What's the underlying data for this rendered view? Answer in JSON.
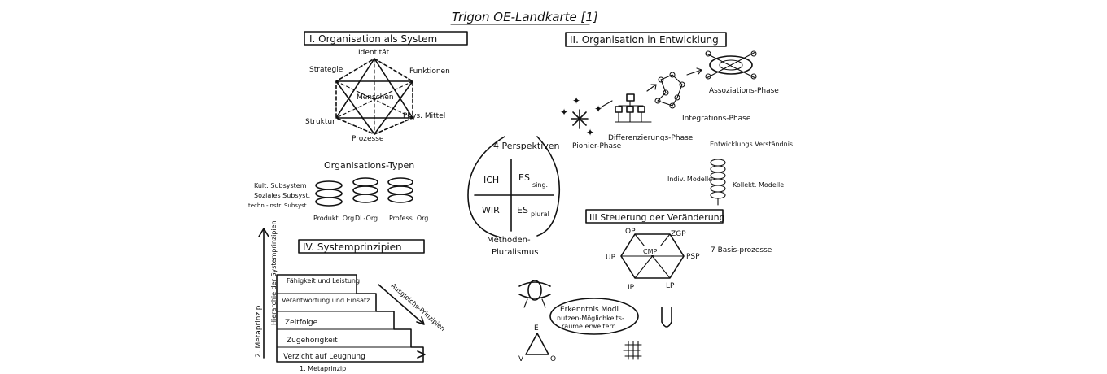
{
  "title": "Trigon OE-Landkarte [1]",
  "section1": {
    "heading": "I. Organisation als System",
    "labels": [
      "Identität",
      "Strategie",
      "Funktionen",
      "Menschen",
      "Struktur",
      "Phys. Mittel",
      "Prozesse"
    ]
  },
  "section2": {
    "heading": "II. Organisation in Entwicklung",
    "phases": [
      "Pionier-Phase",
      "Differenzierungs-Phase",
      "Integrations-Phase",
      "Assoziations-Phase"
    ],
    "spiral_title": "Entwicklungs Verständnis",
    "spiral_left": "Indiv. Modelle",
    "spiral_right": "Kollekt. Modelle"
  },
  "section3": {
    "heading": "III Steuerung der Veränderung",
    "nodes": [
      "OP",
      "ZGP",
      "UP",
      "CMP",
      "PSP",
      "IP",
      "LP"
    ],
    "basis": "7 Basis-prozesse"
  },
  "types": {
    "heading": "Organisations-Typen",
    "subsystems": [
      "Kult. Subsystem",
      "Soziales Subsyst.",
      "techn.-instr. Subsyst."
    ],
    "labels": [
      "Produkt. Org.",
      "DL-Org.",
      "Profess. Org"
    ]
  },
  "section4": {
    "heading": "IV. Systemprinzipien",
    "steps": [
      "Fähigkeit und Leistung",
      "Verantwortung und Einsatz",
      "Zeitfolge",
      "Zugehörigkeit",
      "Verzicht auf Leugnung"
    ],
    "meta1": "1. Metaprinzip",
    "meta2": "2. Metaprinzip",
    "hierarchy": "Hierarchie der Systemprinzipien",
    "ausgleich": "Ausgleichs-Prinzipien"
  },
  "perspectives": {
    "heading": "4 Perspektiven",
    "ich": "ICH",
    "es_sing": "ES",
    "sing": "sing.",
    "wir": "WIR",
    "es_plural": "ES",
    "plural": "plural",
    "methoden": "Methoden-",
    "pluralismus": "Pluralismus"
  },
  "erkenntnis": {
    "line1": "Erkenntnis Modi",
    "line2": "nutzen-Möglichkeits-",
    "line3": "räume erweitern"
  },
  "triangle": [
    "E",
    "V",
    "O"
  ]
}
